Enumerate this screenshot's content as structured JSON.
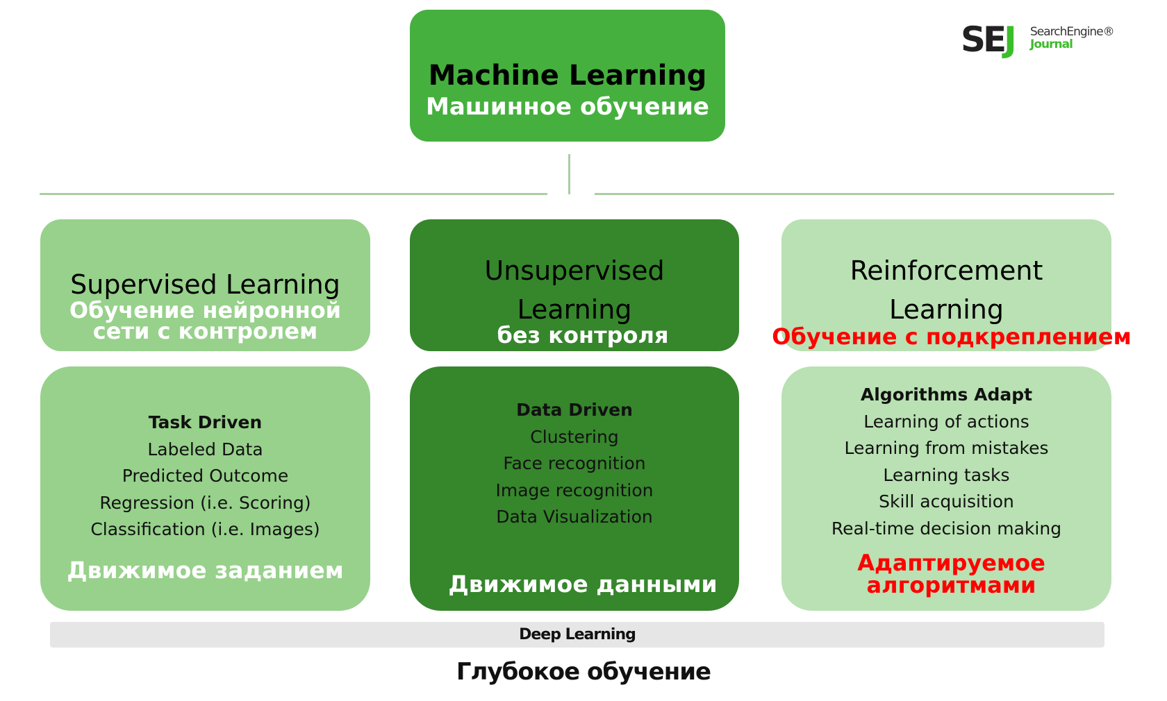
{
  "logo": {
    "mark_se": "SE",
    "mark_j": "J",
    "line1": "SearchEngine®",
    "line2": "Journal"
  },
  "colors": {
    "top": "#45b03e",
    "supervised": "#97d18b",
    "unsupervised": "#36862c",
    "reinforcement": "#b9e1b3",
    "connector": "#a9cfa2",
    "deep_bar": "#e6e6e6",
    "red_text": "#ff0000"
  },
  "root": {
    "title": "Machine Learning",
    "title_ru": "Машинное обучение"
  },
  "categories": [
    {
      "title_lines": [
        "Supervised Learning"
      ],
      "title_ru_lines": [
        "Обучение нейронной",
        "сети с контролем"
      ],
      "details_head": "Task Driven",
      "details": [
        "Labeled Data",
        "Predicted Outcome",
        "Regression (i.e. Scoring)",
        "Classification (i.e. Images)"
      ],
      "details_ru_lines": [
        "Движимое заданием"
      ]
    },
    {
      "title_lines": [
        "Unsupervised",
        "Learning"
      ],
      "title_ru_lines": [
        "без контроля"
      ],
      "details_head": "Data Driven",
      "details": [
        "Clustering",
        "Face recognition",
        "Image recognition",
        "Data Visualization"
      ],
      "details_ru_lines": [
        "Движимое данными"
      ]
    },
    {
      "title_lines": [
        "Reinforcement",
        "Learning"
      ],
      "title_ru_lines": [
        "Обучение с подкреплением"
      ],
      "details_head": "Algorithms Adapt",
      "details": [
        "Learning of actions",
        "Learning from mistakes",
        "Learning tasks",
        "Skill acquisition",
        "Real-time decision making"
      ],
      "details_ru_lines": [
        "Адаптируемое",
        "алгоритмами"
      ]
    }
  ],
  "deep": {
    "label": "Deep Learning",
    "label_ru": "Глубокое обучение"
  }
}
